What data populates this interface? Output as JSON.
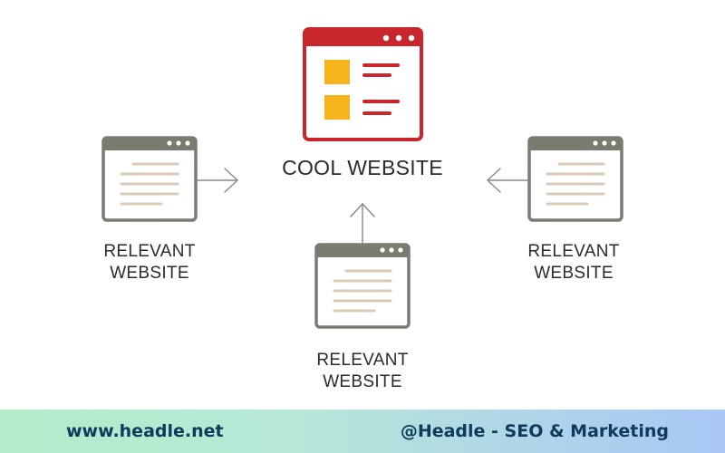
{
  "diagram": {
    "main_node": {
      "label": "COOL WEBSITE",
      "icon": "browser-window-icon"
    },
    "relevant_nodes": [
      {
        "position": "left",
        "label_line1": "RELEVANT",
        "label_line2": "WEBSITE"
      },
      {
        "position": "bottom",
        "label_line1": "RELEVANT",
        "label_line2": "WEBSITE"
      },
      {
        "position": "right",
        "label_line1": "RELEVANT",
        "label_line2": "WEBSITE"
      }
    ],
    "colors": {
      "main_frame": "#c8262a",
      "main_blocks": "#f6b31b",
      "relevant_frame": "#7b7b72",
      "relevant_lines": "#d9cbb5",
      "arrow": "#888888"
    }
  },
  "footer": {
    "url": "www.headle.net",
    "brand": "@Headle - SEO & Marketing"
  }
}
